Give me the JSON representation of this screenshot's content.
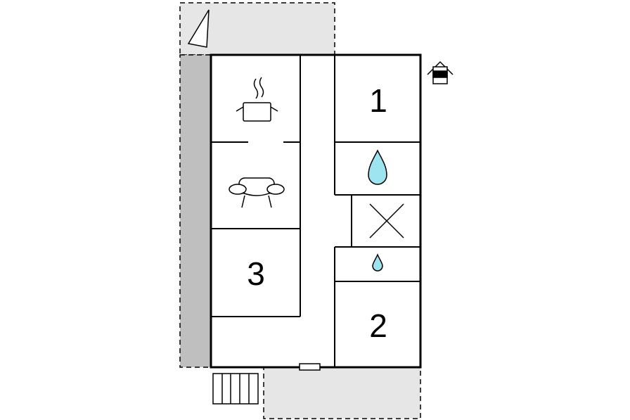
{
  "floorplan": {
    "rooms": {
      "bedroom_1": {
        "label": "1",
        "icon": "bed-number-label"
      },
      "bedroom_2": {
        "label": "2",
        "icon": "bed-number-label"
      },
      "bedroom_3": {
        "label": "3",
        "icon": "bed-number-label"
      },
      "kitchen": {
        "icon": "cooking-pot-icon"
      },
      "living_room": {
        "icon": "sofa-icon"
      },
      "bathroom_large": {
        "icon": "water-drop-icon"
      },
      "bathroom_small": {
        "icon": "water-drop-icon"
      },
      "storage": {
        "icon": "x-mark-icon"
      }
    },
    "legend_icons": [
      "compass-north-icon",
      "house-entrance-icon",
      "terrace-stairs-icon"
    ],
    "colors": {
      "wall": "#000000",
      "terrace": "#e6e6e6",
      "walkway": "#bfbfbf",
      "water": "#9ee4f0"
    }
  }
}
